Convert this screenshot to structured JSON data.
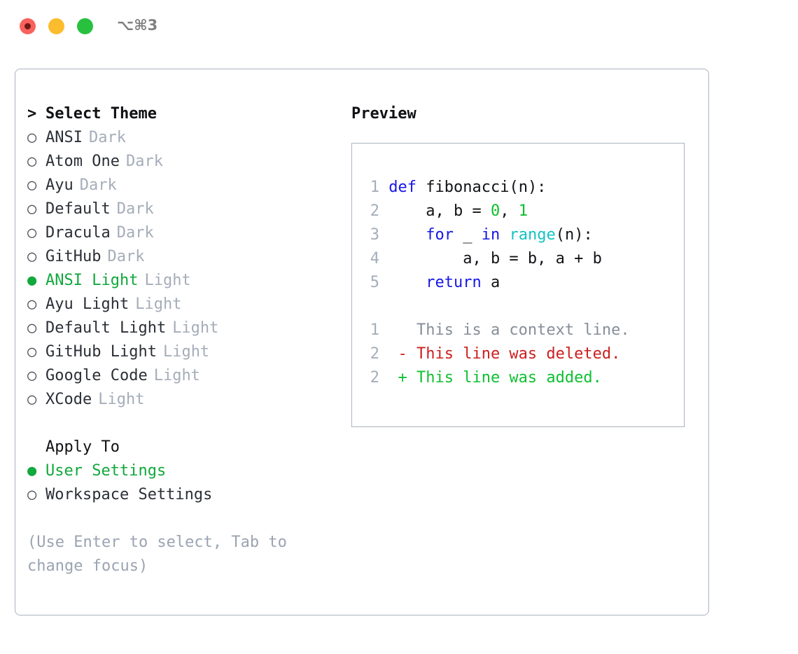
{
  "window": {
    "shortcut_label": "⌥⌘3",
    "lights": [
      {
        "name": "close",
        "color": "#f9625c"
      },
      {
        "name": "minimize",
        "color": "#fbbd2e"
      },
      {
        "name": "maximize",
        "color": "#27c13f"
      }
    ]
  },
  "colors": {
    "selected_green": "#11a83c",
    "muted_gray": "#a5adb9",
    "hint_gray": "#9aa4b2",
    "border": "#aab3bf",
    "keyword_blue": "#1717e6",
    "function_teal": "#12c3c3",
    "number_green": "#0cbf2b",
    "diff_delete_red": "#cc1f1f",
    "diff_add_green": "#0fc032"
  },
  "theme_panel": {
    "header_marker": ">",
    "header_label": "Select Theme",
    "items": [
      {
        "marker": "○",
        "name": "ANSI",
        "variant": "Dark",
        "selected": false
      },
      {
        "marker": "○",
        "name": "Atom One",
        "variant": "Dark",
        "selected": false
      },
      {
        "marker": "○",
        "name": "Ayu",
        "variant": "Dark",
        "selected": false
      },
      {
        "marker": "○",
        "name": "Default",
        "variant": "Dark",
        "selected": false
      },
      {
        "marker": "○",
        "name": "Dracula",
        "variant": "Dark",
        "selected": false
      },
      {
        "marker": "○",
        "name": "GitHub",
        "variant": "Dark",
        "selected": false
      },
      {
        "marker": "●",
        "name": "ANSI Light",
        "variant": "Light",
        "selected": true
      },
      {
        "marker": "○",
        "name": "Ayu Light",
        "variant": "Light",
        "selected": false
      },
      {
        "marker": "○",
        "name": "Default Light",
        "variant": "Light",
        "selected": false
      },
      {
        "marker": "○",
        "name": "GitHub Light",
        "variant": "Light",
        "selected": false
      },
      {
        "marker": "○",
        "name": "Google Code",
        "variant": "Light",
        "selected": false
      },
      {
        "marker": "○",
        "name": "XCode",
        "variant": "Light",
        "selected": false
      }
    ]
  },
  "apply_to": {
    "title": "Apply To",
    "options": [
      {
        "marker": "●",
        "label": "User Settings",
        "selected": true
      },
      {
        "marker": "○",
        "label": "Workspace Settings",
        "selected": false
      }
    ]
  },
  "hint": "(Use Enter to select, Tab to change focus)",
  "preview": {
    "title": "Preview",
    "code_lines": [
      {
        "num": "1",
        "tokens": [
          {
            "t": " ",
            "c": "txt"
          },
          {
            "t": "def",
            "c": "kw"
          },
          {
            "t": " fibonacci(n):",
            "c": "txt"
          }
        ]
      },
      {
        "num": "2",
        "tokens": [
          {
            "t": "     a, b = ",
            "c": "txt"
          },
          {
            "t": "0",
            "c": "num"
          },
          {
            "t": ", ",
            "c": "txt"
          },
          {
            "t": "1",
            "c": "num"
          }
        ]
      },
      {
        "num": "3",
        "tokens": [
          {
            "t": "     ",
            "c": "txt"
          },
          {
            "t": "for",
            "c": "kw"
          },
          {
            "t": " _ ",
            "c": "txt"
          },
          {
            "t": "in",
            "c": "kw"
          },
          {
            "t": " ",
            "c": "txt"
          },
          {
            "t": "range",
            "c": "fn"
          },
          {
            "t": "(n):",
            "c": "txt"
          }
        ]
      },
      {
        "num": "4",
        "tokens": [
          {
            "t": "         a, b = b, a + b",
            "c": "txt"
          }
        ]
      },
      {
        "num": "5",
        "tokens": [
          {
            "t": "     ",
            "c": "txt"
          },
          {
            "t": "return",
            "c": "kw"
          },
          {
            "t": " a",
            "c": "txt"
          }
        ]
      }
    ],
    "diff_lines": [
      {
        "num": "1",
        "sign": " ",
        "text": " This is a context line.",
        "kind": "ctx"
      },
      {
        "num": "2",
        "sign": "-",
        "text": " This line was deleted.",
        "kind": "del"
      },
      {
        "num": "2",
        "sign": "+",
        "text": " This line was added.",
        "kind": "add"
      }
    ]
  }
}
